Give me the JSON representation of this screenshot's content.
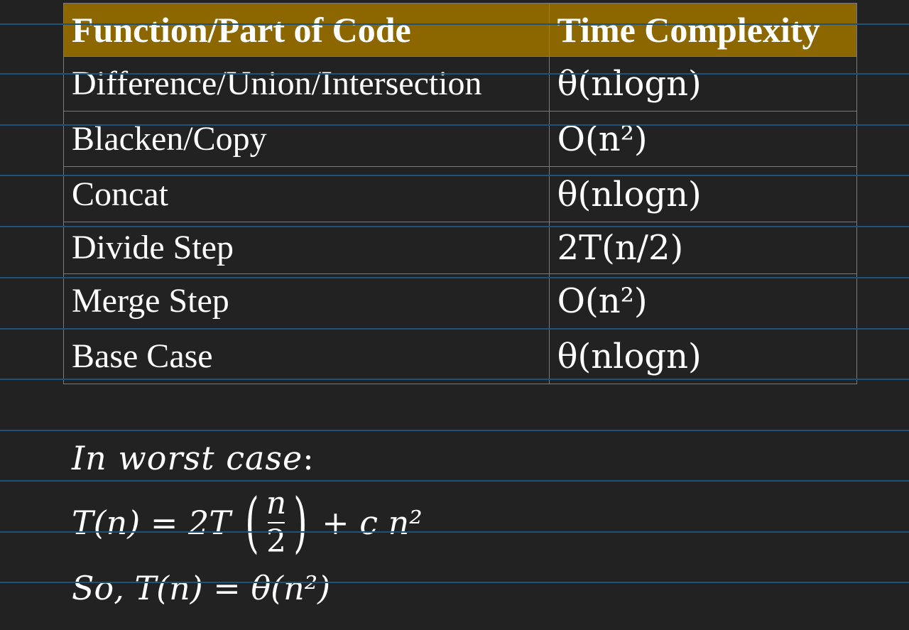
{
  "table": {
    "headers": [
      "Function/Part of Code",
      "Time Complexity"
    ],
    "rows": [
      {
        "part": "Difference/Union/Intersection",
        "complexity": "θ(nlogn)"
      },
      {
        "part": "Blacken/Copy",
        "complexity": "O(n²)"
      },
      {
        "part": "Concat",
        "complexity": "θ(nlogn)"
      },
      {
        "part": "Divide Step",
        "complexity": "2T(n/2)"
      },
      {
        "part": "Merge Step",
        "complexity": "O(n²)"
      },
      {
        "part": "Base Case",
        "complexity": "θ(nlogn)"
      }
    ]
  },
  "analysis": {
    "intro": "In worst case",
    "intro_colon": ":",
    "recurrence": {
      "lhs": "T(n) = 2T",
      "frac_num": "n",
      "frac_den": "2",
      "rhs": "+ c n²"
    },
    "result": "So, T(n) = θ(n²)"
  },
  "colors": {
    "background": "#222222",
    "header_fill": "#8c6700",
    "ruled_line": "#1f5278",
    "cell_border": "#7a7a7a",
    "text": "#ffffff"
  }
}
